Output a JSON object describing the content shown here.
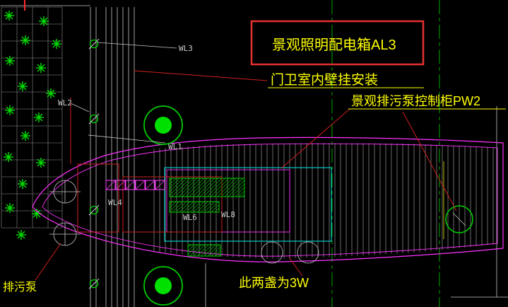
{
  "drawing": {
    "annotations": {
      "panel_label": "景观照明配电箱AL3",
      "panel_note": "门卫室内壁挂安装",
      "pump_cabinet_label": "景观排污泵控制柜PW2",
      "lamp_note": "此两盏为3W",
      "pump_label": "排污泵"
    },
    "wire_labels": {
      "wl1": "WL1",
      "wl2": "WL2",
      "wl3": "WL3",
      "wl4": "WL4",
      "wl6": "WL6",
      "wl8": "WL8"
    },
    "colors": {
      "background": "#000000",
      "annotation_text": "#ffff00",
      "callout_box": "#e53030",
      "leader_line": "#d02020",
      "outline_magenta": "#ff33ff",
      "detail_cyan": "#00dcdc",
      "planting_green": "#00dd00",
      "linework_gray": "#c4c4c4"
    }
  }
}
